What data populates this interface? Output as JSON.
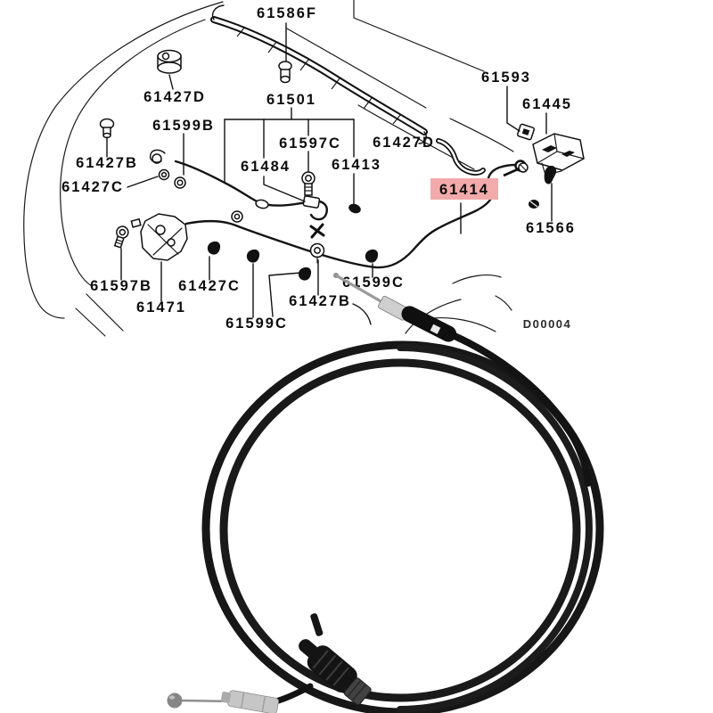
{
  "diagram": {
    "code_label": "D00004",
    "highlight_color": "#f2aaaa",
    "line_color": "#111111",
    "labels": [
      {
        "part": "61586F",
        "highlighted": false
      },
      {
        "part": "61427D",
        "highlighted": false
      },
      {
        "part": "61501",
        "highlighted": false
      },
      {
        "part": "61599B",
        "highlighted": false
      },
      {
        "part": "61597C",
        "highlighted": false
      },
      {
        "part": "61484",
        "highlighted": false
      },
      {
        "part": "61413",
        "highlighted": false
      },
      {
        "part": "61427B",
        "highlighted": false
      },
      {
        "part": "61427C",
        "highlighted": false
      },
      {
        "part": "61427D",
        "highlighted": false
      },
      {
        "part": "61593",
        "highlighted": false
      },
      {
        "part": "61445",
        "highlighted": false
      },
      {
        "part": "61414",
        "highlighted": true
      },
      {
        "part": "61566",
        "highlighted": false
      },
      {
        "part": "61597B",
        "highlighted": false
      },
      {
        "part": "61471",
        "highlighted": false
      },
      {
        "part": "61427C",
        "highlighted": false
      },
      {
        "part": "61599C",
        "highlighted": false
      },
      {
        "part": "61427B",
        "highlighted": false
      },
      {
        "part": "61599C",
        "highlighted": false
      }
    ]
  },
  "photo": {
    "cable_color": "#171717"
  }
}
